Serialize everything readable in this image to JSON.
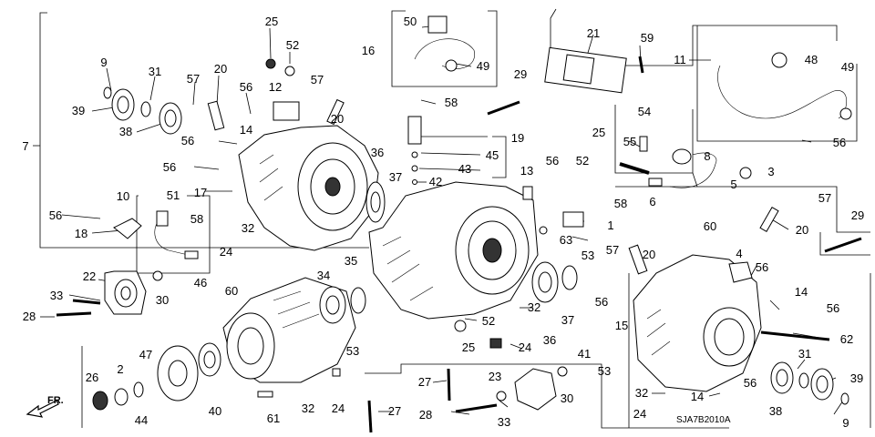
{
  "diagram_code": "SJA7B2010A",
  "direction_label": "FR.",
  "callouts": [
    {
      "id": "c1",
      "text": "9"
    },
    {
      "id": "c2",
      "text": "31"
    },
    {
      "id": "c3",
      "text": "39"
    },
    {
      "id": "c4",
      "text": "57"
    },
    {
      "id": "c5",
      "text": "20"
    },
    {
      "id": "c6",
      "text": "38"
    },
    {
      "id": "c7",
      "text": "25"
    },
    {
      "id": "c8",
      "text": "52"
    },
    {
      "id": "c9",
      "text": "56"
    },
    {
      "id": "c10",
      "text": "12"
    },
    {
      "id": "c11",
      "text": "57"
    },
    {
      "id": "c12",
      "text": "20"
    },
    {
      "id": "c13",
      "text": "14"
    },
    {
      "id": "c14",
      "text": "56"
    },
    {
      "id": "c15",
      "text": "56"
    },
    {
      "id": "c16",
      "text": "7"
    },
    {
      "id": "c17",
      "text": "17"
    },
    {
      "id": "c18",
      "text": "10"
    },
    {
      "id": "c19",
      "text": "51"
    },
    {
      "id": "c20",
      "text": "56"
    },
    {
      "id": "c21",
      "text": "58"
    },
    {
      "id": "c22",
      "text": "18"
    },
    {
      "id": "c23",
      "text": "46"
    },
    {
      "id": "c24",
      "text": "32"
    },
    {
      "id": "c25",
      "text": "24"
    },
    {
      "id": "c26",
      "text": "22"
    },
    {
      "id": "c27",
      "text": "30"
    },
    {
      "id": "c28",
      "text": "33"
    },
    {
      "id": "c29",
      "text": "28"
    },
    {
      "id": "c30",
      "text": "16"
    },
    {
      "id": "c31",
      "text": "50"
    },
    {
      "id": "c32",
      "text": "49"
    },
    {
      "id": "c33",
      "text": "58"
    },
    {
      "id": "c34",
      "text": "19"
    },
    {
      "id": "c35",
      "text": "45"
    },
    {
      "id": "c36",
      "text": "43"
    },
    {
      "id": "c37",
      "text": "42"
    },
    {
      "id": "c38",
      "text": "36"
    },
    {
      "id": "c39",
      "text": "37"
    },
    {
      "id": "c40",
      "text": "29"
    },
    {
      "id": "c41",
      "text": "21"
    },
    {
      "id": "c42",
      "text": "59"
    },
    {
      "id": "c43",
      "text": "11"
    },
    {
      "id": "c44",
      "text": "48"
    },
    {
      "id": "c45",
      "text": "49"
    },
    {
      "id": "c46",
      "text": "56"
    },
    {
      "id": "c47",
      "text": "54"
    },
    {
      "id": "c48",
      "text": "55"
    },
    {
      "id": "c49",
      "text": "8"
    },
    {
      "id": "c50",
      "text": "3"
    },
    {
      "id": "c51",
      "text": "5"
    },
    {
      "id": "c52",
      "text": "6"
    },
    {
      "id": "c53",
      "text": "25"
    },
    {
      "id": "c54",
      "text": "56"
    },
    {
      "id": "c55",
      "text": "52"
    },
    {
      "id": "c56",
      "text": "13"
    },
    {
      "id": "c57",
      "text": "58"
    },
    {
      "id": "c58",
      "text": "1"
    },
    {
      "id": "c59",
      "text": "63"
    },
    {
      "id": "c60",
      "text": "57"
    },
    {
      "id": "c61",
      "text": "20"
    },
    {
      "id": "c62",
      "text": "29"
    },
    {
      "id": "c63",
      "text": "60"
    },
    {
      "id": "c64",
      "text": "4"
    },
    {
      "id": "c65",
      "text": "56"
    },
    {
      "id": "c66",
      "text": "14"
    },
    {
      "id": "c67",
      "text": "56"
    },
    {
      "id": "c68",
      "text": "53"
    },
    {
      "id": "c69",
      "text": "57"
    },
    {
      "id": "c70",
      "text": "20"
    },
    {
      "id": "c71",
      "text": "62"
    },
    {
      "id": "c72",
      "text": "15"
    },
    {
      "id": "c73",
      "text": "56"
    },
    {
      "id": "c74",
      "text": "31"
    },
    {
      "id": "c75",
      "text": "39"
    },
    {
      "id": "c76",
      "text": "38"
    },
    {
      "id": "c77",
      "text": "9"
    },
    {
      "id": "c78",
      "text": "14"
    },
    {
      "id": "c79",
      "text": "56"
    },
    {
      "id": "c80",
      "text": "32"
    },
    {
      "id": "c81",
      "text": "24"
    },
    {
      "id": "c82",
      "text": "34"
    },
    {
      "id": "c83",
      "text": "35"
    },
    {
      "id": "c84",
      "text": "60"
    },
    {
      "id": "c85",
      "text": "53"
    },
    {
      "id": "c86",
      "text": "47"
    },
    {
      "id": "c87",
      "text": "2"
    },
    {
      "id": "c88",
      "text": "26"
    },
    {
      "id": "c89",
      "text": "44"
    },
    {
      "id": "c90",
      "text": "40"
    },
    {
      "id": "c91",
      "text": "61"
    },
    {
      "id": "c92",
      "text": "32"
    },
    {
      "id": "c93",
      "text": "24"
    },
    {
      "id": "c94",
      "text": "27"
    },
    {
      "id": "c95",
      "text": "27"
    },
    {
      "id": "c96",
      "text": "28"
    },
    {
      "id": "c97",
      "text": "33"
    },
    {
      "id": "c98",
      "text": "23"
    },
    {
      "id": "c99",
      "text": "30"
    },
    {
      "id": "c100",
      "text": "52"
    },
    {
      "id": "c101",
      "text": "32"
    },
    {
      "id": "c102",
      "text": "25"
    },
    {
      "id": "c103",
      "text": "24"
    },
    {
      "id": "c104",
      "text": "36"
    },
    {
      "id": "c105",
      "text": "37"
    },
    {
      "id": "c106",
      "text": "41"
    },
    {
      "id": "c107",
      "text": "53"
    }
  ]
}
